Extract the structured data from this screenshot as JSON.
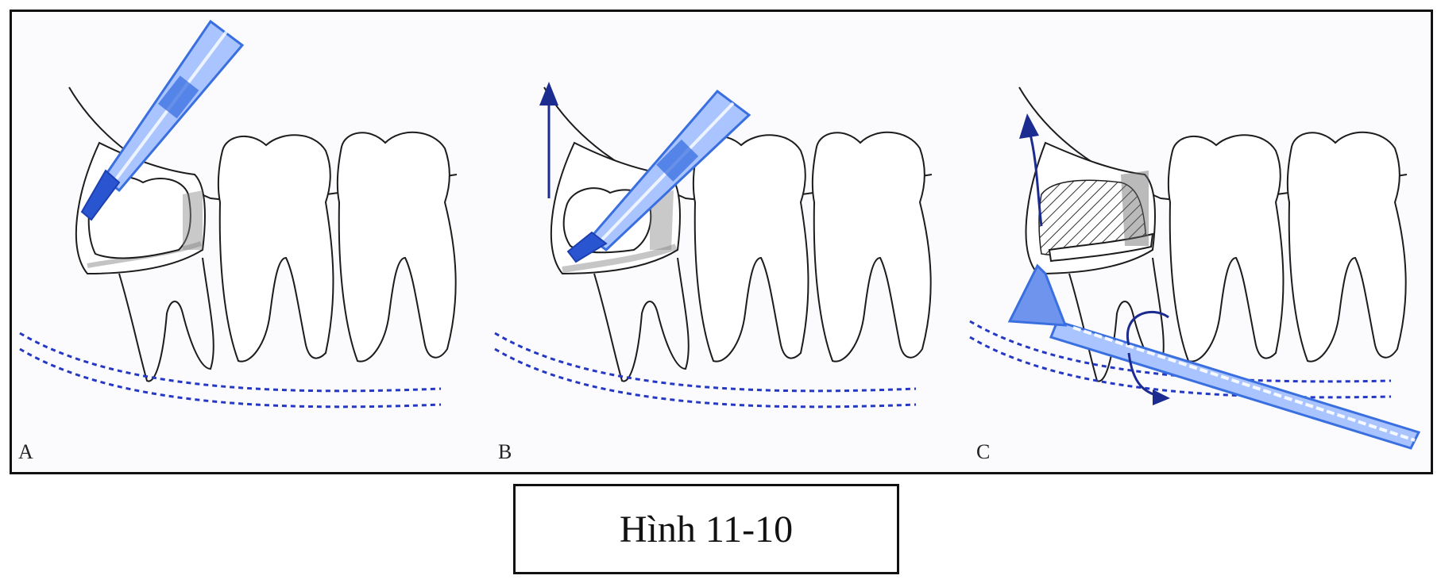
{
  "figure": {
    "caption": "Hình 11-10",
    "panels": [
      {
        "label": "A",
        "step": "drill-pilot-hole",
        "tool": "bur"
      },
      {
        "label": "B",
        "step": "section-tooth",
        "tool": "bur"
      },
      {
        "label": "C",
        "step": "elevate-root",
        "tool": "elevator"
      }
    ]
  },
  "colors": {
    "line": "#1c1c1c",
    "instrument": "#3a6fe0",
    "instrument_light": "#a9c4ff",
    "arrow": "#1b2b8f",
    "nerve_canal": "#2438c4"
  }
}
